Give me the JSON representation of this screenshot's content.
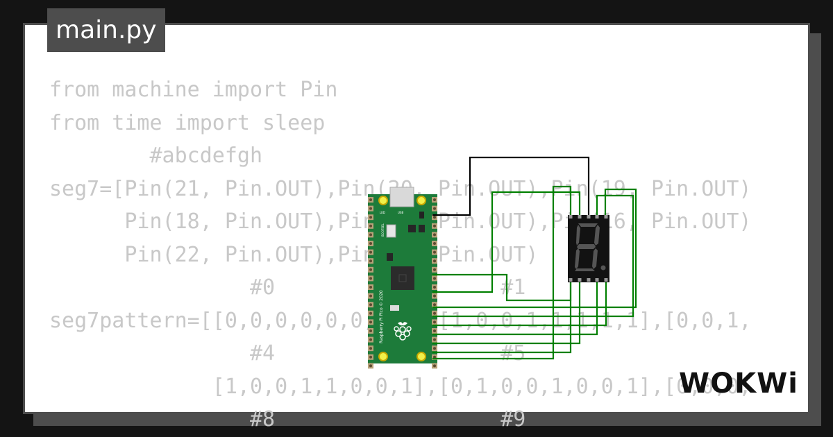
{
  "file_tab": {
    "label": "main.py"
  },
  "code_lines": [
    "from machine import Pin",
    "from time import sleep",
    "        #abcdefgh",
    "seg7=[Pin(21, Pin.OUT),Pin(20, Pin.OUT),Pin(19, Pin.OUT)",
    "      Pin(18, Pin.OUT),Pin(17, Pin.OUT),Pin(16, Pin.OUT)",
    "      Pin(22, Pin.OUT),Pin(15, Pin.OUT)",
    "                #0                  #1",
    "seg7pattern=[[0,0,0,0,0,0,1,1],[1,0,0,1,1,1,1,1],[0,0,1,",
    "                #4                  #5",
    "             [1,0,0,1,1,0,0,1],[0,1,0,0,1,0,0,1],[0,0,0,",
    "                #8                  #9"
  ],
  "board": {
    "name": "Raspberry Pi Pico © 2020",
    "usb_label": "USB",
    "led_label": "LED",
    "bootsel_label": "BOOTSEL",
    "icon": "raspberry-pi-logo-icon"
  },
  "display": {
    "digit": "8",
    "icon": "seven-segment-display-icon"
  },
  "brand": {
    "name": "WOKWi",
    "icon": "wokwi-logo-icon"
  },
  "colors": {
    "background": "#141414",
    "frame": "#4d4d4d",
    "code_text": "#c8c8c8",
    "board_green": "#1d7b3a",
    "wire_green": "#008000",
    "wire_black": "#000000",
    "segment_off": "#555555"
  }
}
